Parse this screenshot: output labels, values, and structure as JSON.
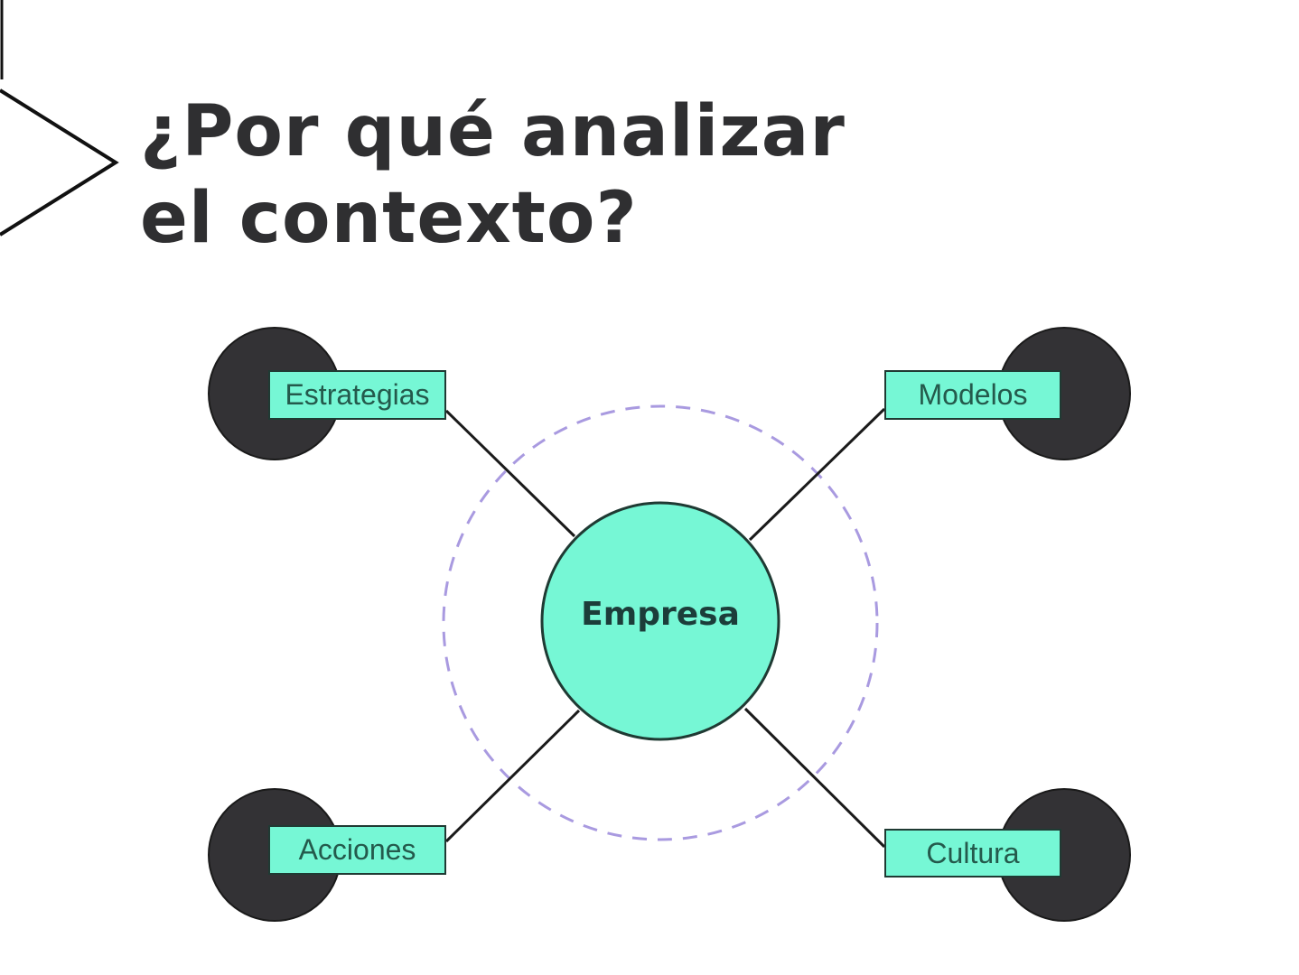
{
  "slide": {
    "title_lines": [
      "¿Por qué analizar",
      "el contexto?"
    ]
  },
  "diagram": {
    "center": {
      "label": "Empresa",
      "fill": "#76f7d5"
    },
    "nodes": [
      {
        "position": "top-left",
        "label": "Estrategias"
      },
      {
        "position": "top-right",
        "label": "Modelos"
      },
      {
        "position": "bottom-left",
        "label": "Acciones"
      },
      {
        "position": "bottom-right",
        "label": "Cultura"
      }
    ],
    "colors": {
      "accent": "#76f7d5",
      "node_dark": "#333235",
      "dashed_ring": "#a99ae0",
      "title": "#2f2f31"
    }
  }
}
